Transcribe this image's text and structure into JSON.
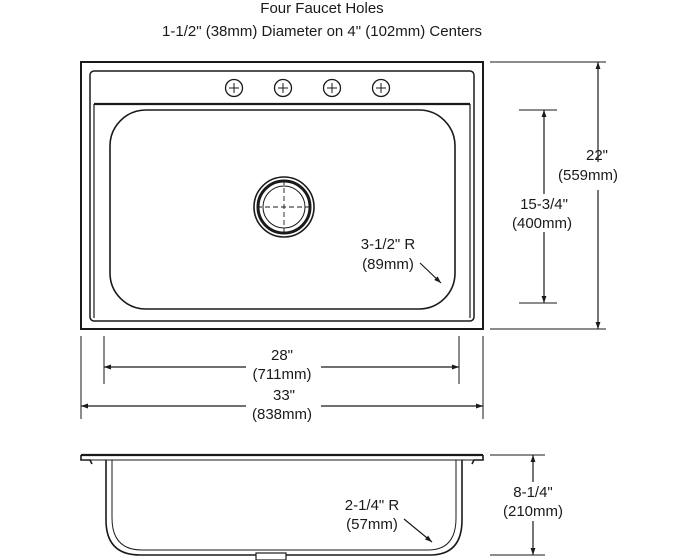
{
  "note": {
    "line1": "Four Faucet Holes",
    "line2": "1-1/2\" (38mm) Diameter on 4\" (102mm) Centers"
  },
  "top_view": {
    "faucet_hole_count": 4,
    "height_overall": {
      "imperial": "22\"",
      "metric": "(559mm)"
    },
    "height_bowl": {
      "imperial": "15-3/4\"",
      "metric": "(400mm)"
    },
    "corner_radius": {
      "imperial": "3-1/2\" R",
      "metric": "(89mm)"
    },
    "width_bowl": {
      "imperial": "28\"",
      "metric": "(711mm)"
    },
    "width_overall": {
      "imperial": "33\"",
      "metric": "(838mm)"
    }
  },
  "side_view": {
    "depth": {
      "imperial": "8-1/4\"",
      "metric": "(210mm)"
    },
    "bottom_radius": {
      "imperial": "2-1/4\" R",
      "metric": "(57mm)"
    }
  }
}
